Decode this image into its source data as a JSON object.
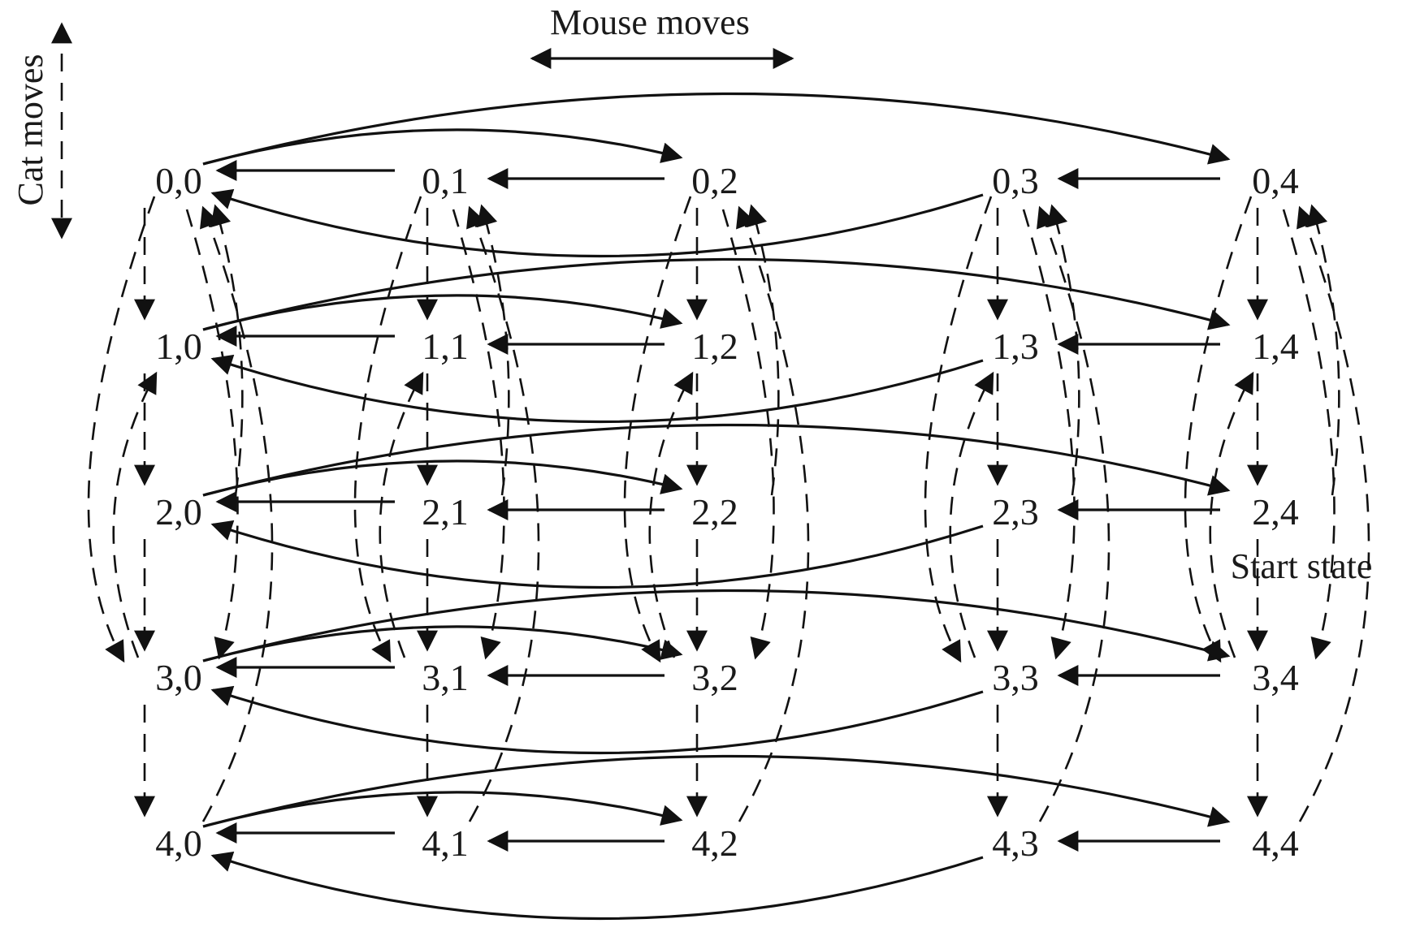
{
  "captions": {
    "mouse_moves": "Mouse moves",
    "cat_moves": "Cat moves",
    "start_state": "Start state"
  },
  "states": [
    {
      "id": "0,0",
      "label": "0,0"
    },
    {
      "id": "0,1",
      "label": "0,1"
    },
    {
      "id": "0,2",
      "label": "0,2"
    },
    {
      "id": "0,3",
      "label": "0,3"
    },
    {
      "id": "0,4",
      "label": "0,4"
    },
    {
      "id": "1,0",
      "label": "1,0"
    },
    {
      "id": "1,1",
      "label": "1,1"
    },
    {
      "id": "1,2",
      "label": "1,2"
    },
    {
      "id": "1,3",
      "label": "1,3"
    },
    {
      "id": "1,4",
      "label": "1,4"
    },
    {
      "id": "2,0",
      "label": "2,0"
    },
    {
      "id": "2,1",
      "label": "2,1"
    },
    {
      "id": "2,2",
      "label": "2,2"
    },
    {
      "id": "2,3",
      "label": "2,3"
    },
    {
      "id": "2,4",
      "label": "2,4"
    },
    {
      "id": "3,0",
      "label": "3,0"
    },
    {
      "id": "3,1",
      "label": "3,1"
    },
    {
      "id": "3,2",
      "label": "3,2"
    },
    {
      "id": "3,3",
      "label": "3,3"
    },
    {
      "id": "3,4",
      "label": "3,4"
    },
    {
      "id": "4,0",
      "label": "4,0"
    },
    {
      "id": "4,1",
      "label": "4,1"
    },
    {
      "id": "4,2",
      "label": "4,2"
    },
    {
      "id": "4,3",
      "label": "4,3"
    },
    {
      "id": "4,4",
      "label": "4,4"
    }
  ],
  "start_state": "2,4",
  "edge_styles": {
    "mouse_move": "solid",
    "cat_move": "dashed"
  }
}
